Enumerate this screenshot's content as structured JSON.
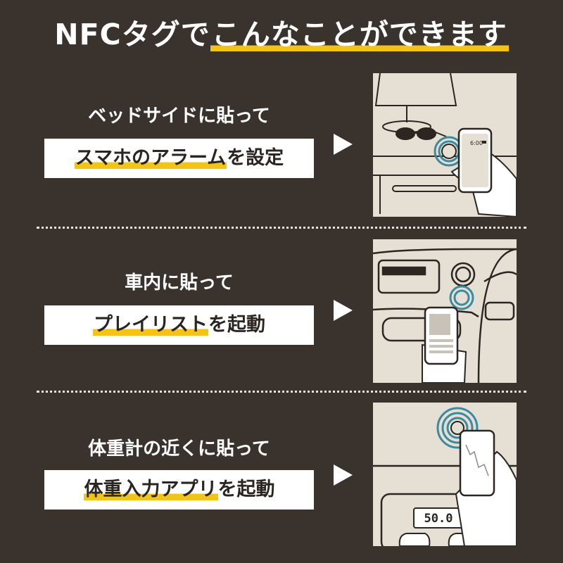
{
  "title": {
    "prefix": "NFCタグで",
    "highlight": "こんなことができます"
  },
  "rows": [
    {
      "lead": "ベッドサイドに貼って",
      "action_highlight": "スマホのアラーム",
      "action_suffix": "を設定",
      "screen_text": "6:00"
    },
    {
      "lead": "車内に貼って",
      "action_highlight": "プレイリスト",
      "action_suffix": "を起動"
    },
    {
      "lead": "体重計の近くに貼って",
      "action_highlight": "体重入力アプリ",
      "action_suffix": "を起動",
      "scale_display": "50.0"
    }
  ]
}
